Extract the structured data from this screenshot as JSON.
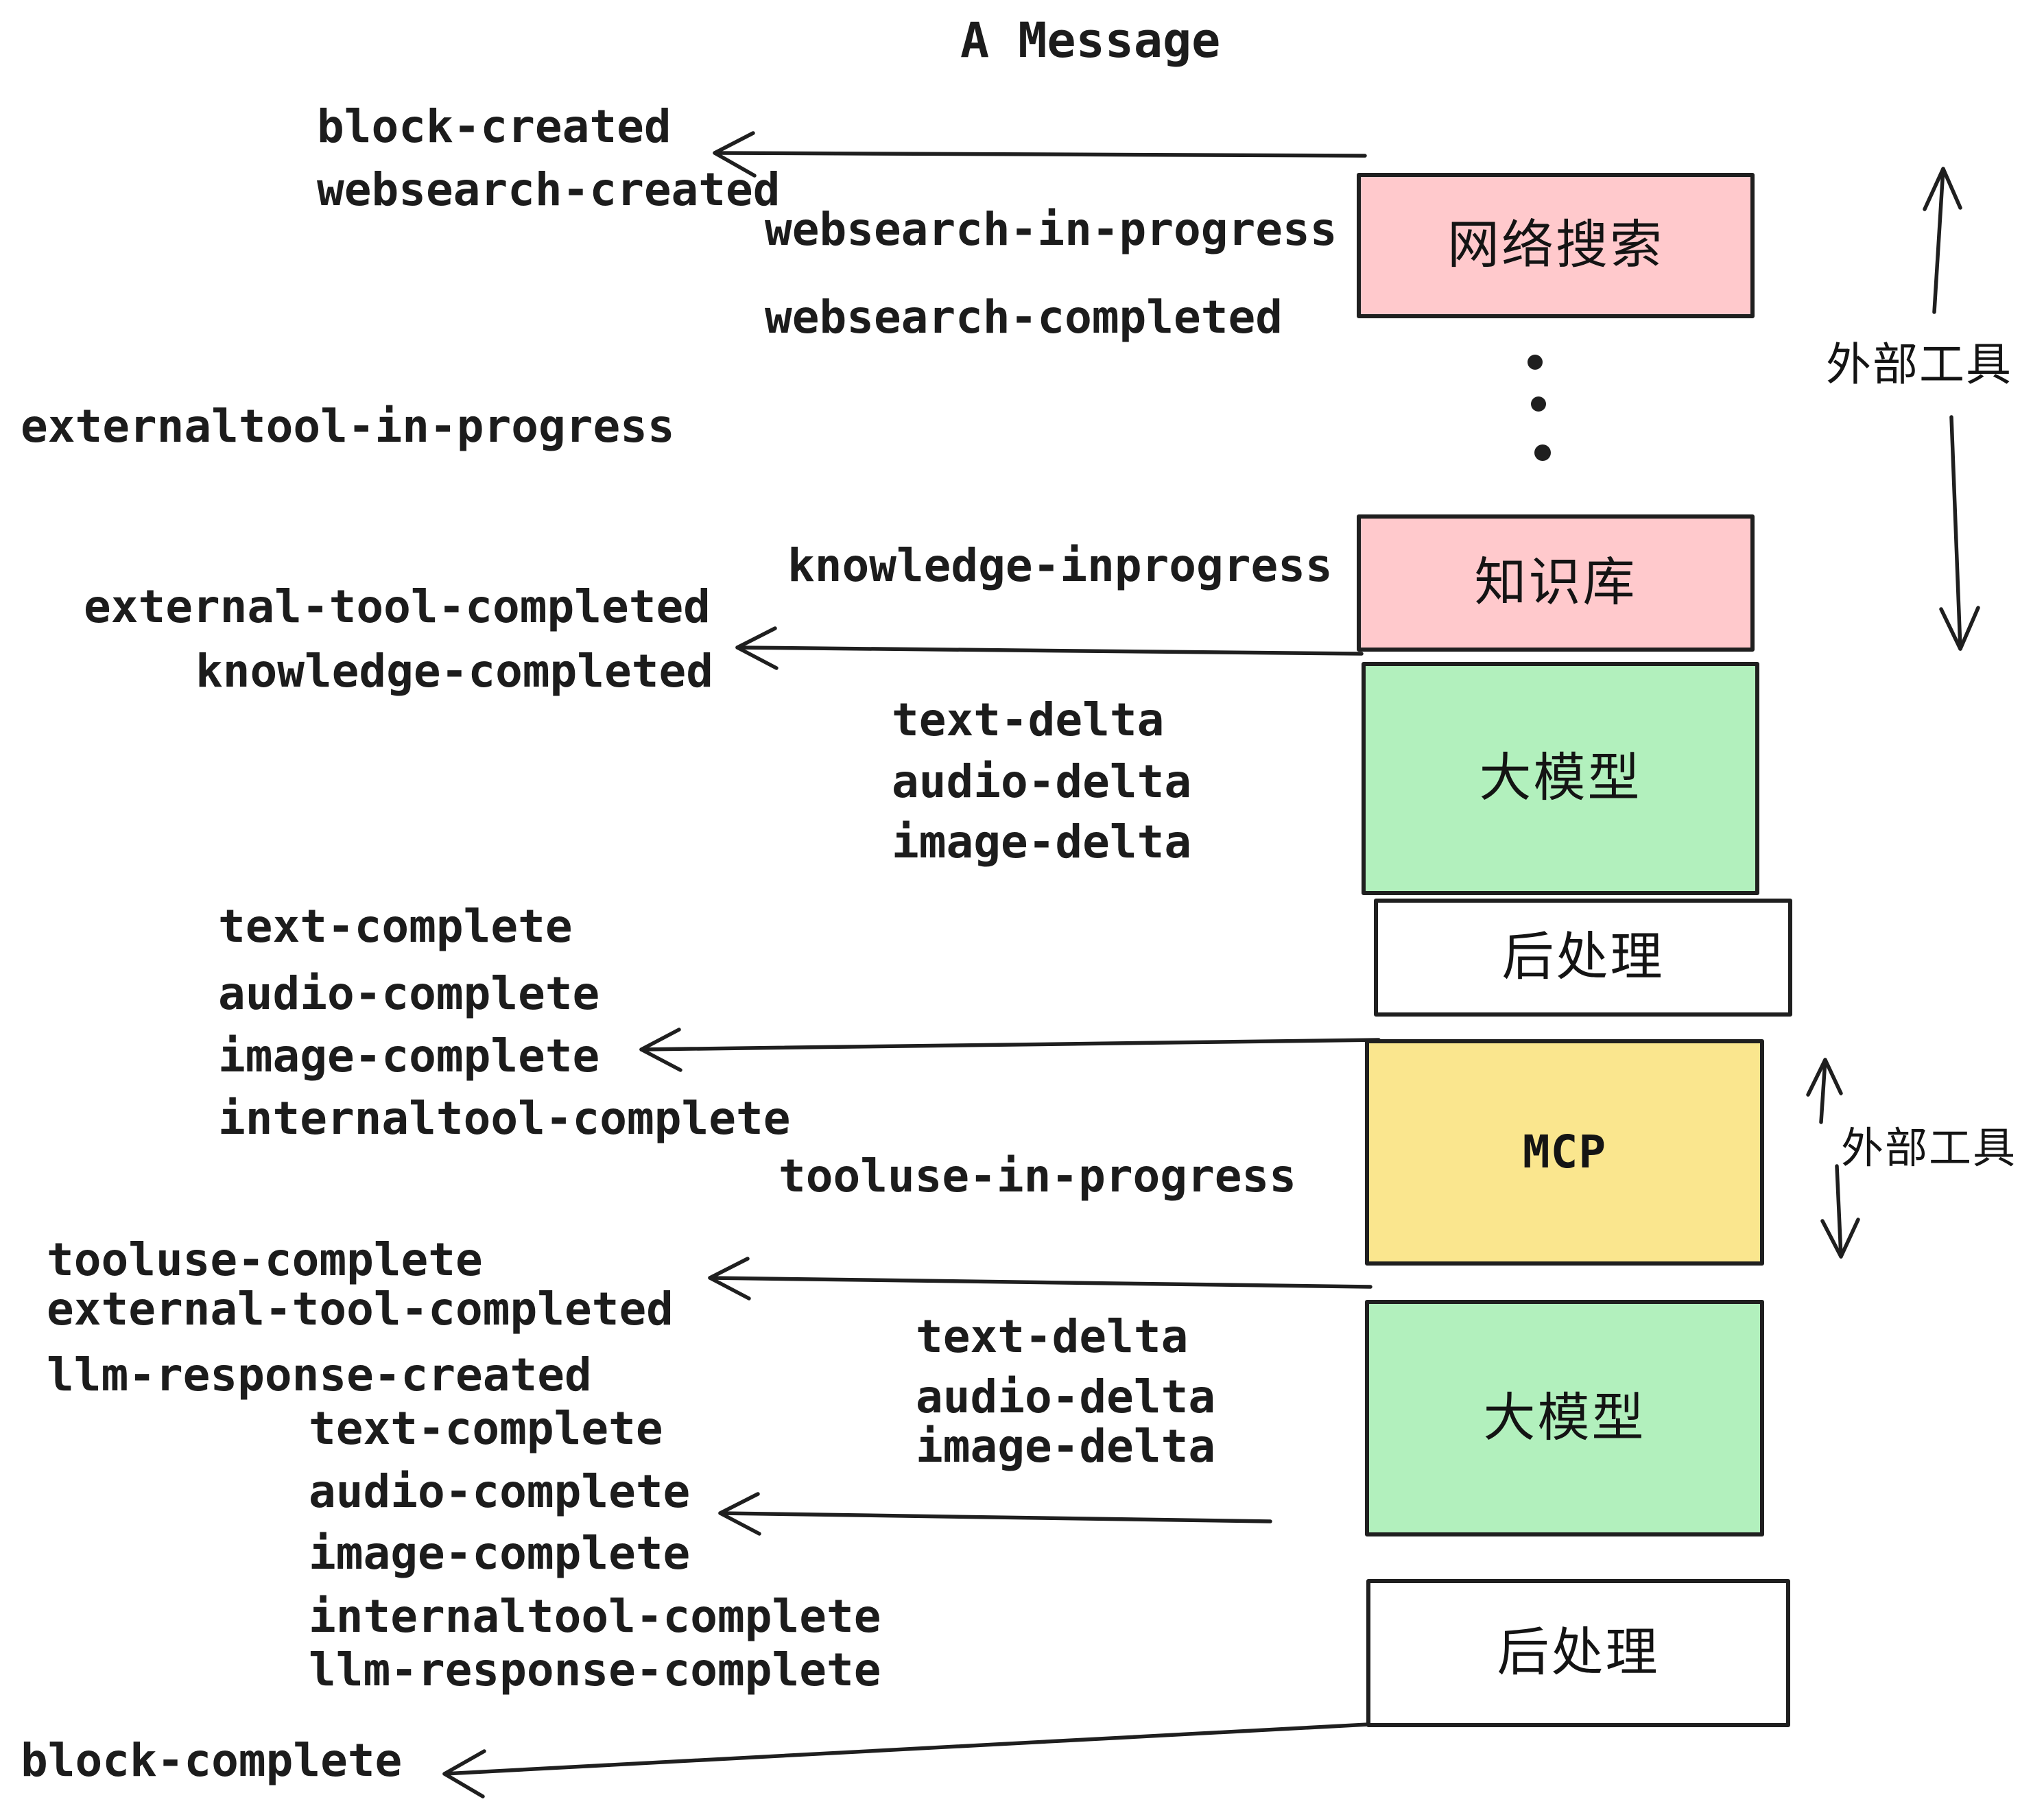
{
  "title": "A Message",
  "colors": {
    "ink": "#1f1f1f",
    "pink": "#ffc9cc",
    "green": "#b2f0bd",
    "yellow": "#fae68e",
    "white": "#ffffff"
  },
  "boxes": [
    {
      "label": "网络搜索",
      "color": "#ffc9cc"
    },
    {
      "label": "知识库",
      "color": "#ffc9cc"
    },
    {
      "label": "大模型",
      "color": "#b2f0bd"
    },
    {
      "label": "后处理",
      "color": "#ffffff"
    },
    {
      "label": "MCP",
      "color": "#fae68e"
    },
    {
      "label": "大模型",
      "color": "#b2f0bd"
    },
    {
      "label": "后处理",
      "color": "#ffffff"
    }
  ],
  "side_labels": [
    "外部工具",
    "外部工具"
  ],
  "events": [
    "block-created",
    "websearch-created",
    "websearch-in-progress",
    "websearch-completed",
    "externaltool-in-progress",
    "knowledge-inprogress",
    "external-tool-completed",
    "knowledge-completed",
    "text-delta",
    "audio-delta",
    "image-delta",
    "text-complete",
    "audio-complete",
    "image-complete",
    "internaltool-complete",
    "tooluse-in-progress",
    "tooluse-complete",
    "external-tool-completed",
    "llm-response-created",
    "text-complete",
    "audio-complete",
    "image-complete",
    "internaltool-complete",
    "llm-response-complete",
    "block-complete",
    "text-delta",
    "audio-delta",
    "image-delta"
  ]
}
